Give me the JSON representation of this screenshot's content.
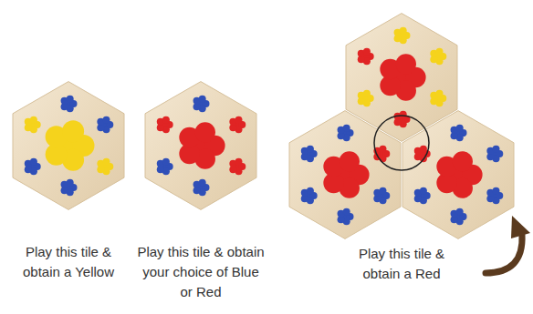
{
  "diagram": {
    "labels": [
      "Play this tile & obtain a Yellow",
      "Play this tile & obtain your choice of Blue or Red",
      "Play this tile & obtain a Red"
    ]
  }
}
